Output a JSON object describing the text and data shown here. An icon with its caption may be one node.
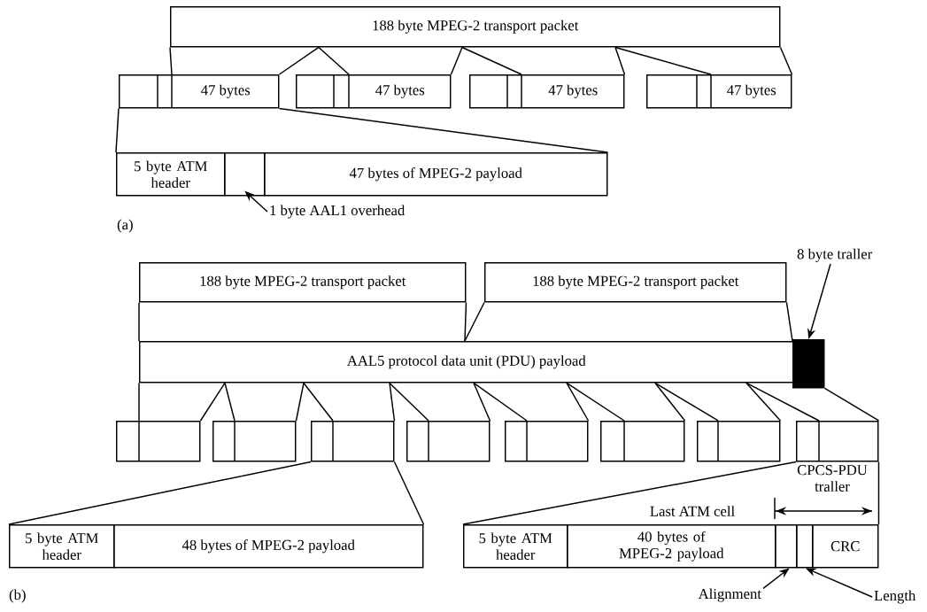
{
  "diagram": {
    "nodes": [
      {
        "text": [
          "188 byte MPEG-2 transport packet"
        ]
      },
      {
        "text": [
          "47 bytes"
        ]
      },
      {
        "text": [
          "47 bytes"
        ]
      },
      {
        "text": [
          "47 bytes"
        ]
      },
      {
        "text": [
          "47 bytes"
        ]
      },
      {
        "text": [
          "5 byte ATM header"
        ]
      },
      {
        "text": [],
        "shape": "box"
      },
      {
        "text": [
          "47 bytes of MPEG-2 payload"
        ]
      },
      {
        "text": [
          "1 byte AAL1 overhead"
        ]
      },
      {
        "text": [
          "188 byte MPEG-2 transport packet"
        ]
      },
      {
        "text": [
          "188 byte MPEG-2 transport packet"
        ]
      },
      {
        "text": [
          "AAL5 protocol data unit (PDU) payload"
        ]
      },
      {
        "text": [],
        "shape": "box"
      },
      {
        "text": [
          "8 byte traller"
        ]
      },
      {
        "text": [],
        "shape": "box"
      },
      {
        "text": [],
        "shape": "box"
      },
      {
        "text": [],
        "shape": "box"
      },
      {
        "text": [],
        "shape": "box"
      },
      {
        "text": [],
        "shape": "box"
      },
      {
        "text": [],
        "shape": "box"
      },
      {
        "text": [],
        "shape": "box"
      },
      {
        "text": [],
        "shape": "box"
      },
      {
        "text": [
          "5 byte ATM header"
        ]
      },
      {
        "text": [
          "48 bytes of MPEG-2 payload"
        ]
      },
      {
        "text": [
          "5 byte ATM header"
        ]
      },
      {
        "text": [
          "40 bytes of MPEG-2 payload"
        ]
      },
      {
        "text": [],
        "shape": "box"
      },
      {
        "text": [],
        "shape": "box"
      },
      {
        "text": [
          "CRC"
        ]
      },
      {
        "text": [
          "Alignment"
        ]
      },
      {
        "text": [
          "Length"
        ]
      }
    ],
    "edges": [
      {
        "from": 0,
        "to": 1,
        "arrow": "none"
      },
      {
        "from": 0,
        "to": 1,
        "arrow": "none"
      },
      {
        "from": 0,
        "to": 2,
        "arrow": "none"
      },
      {
        "from": 0,
        "to": 2,
        "arrow": "none"
      },
      {
        "from": 0,
        "to": 3,
        "arrow": "none"
      },
      {
        "from": 0,
        "to": 3,
        "arrow": "none"
      },
      {
        "from": 0,
        "to": 4,
        "arrow": "none"
      },
      {
        "from": 0,
        "to": 4,
        "arrow": "none"
      },
      {
        "from": 1,
        "to": 5,
        "arrow": "none"
      },
      {
        "from": 1,
        "to": 7,
        "arrow": "none"
      },
      {
        "from": 8,
        "to": 6,
        "arrow": "to"
      },
      {
        "from": 9,
        "to": 11,
        "arrow": "none"
      },
      {
        "from": 9,
        "to": 11,
        "arrow": "none"
      },
      {
        "from": 10,
        "to": 11,
        "arrow": "none"
      },
      {
        "from": 10,
        "to": 12,
        "arrow": "none"
      },
      {
        "from": 13,
        "to": 12,
        "arrow": "to"
      },
      {
        "from": 11,
        "to": 14,
        "arrow": "none"
      },
      {
        "from": 11,
        "to": 14,
        "arrow": "none"
      },
      {
        "from": 11,
        "to": 15,
        "arrow": "none"
      },
      {
        "from": 11,
        "to": 15,
        "arrow": "none"
      },
      {
        "from": 11,
        "to": 16,
        "arrow": "none"
      },
      {
        "from": 11,
        "to": 16,
        "arrow": "none"
      },
      {
        "from": 11,
        "to": 17,
        "arrow": "none"
      },
      {
        "from": 11,
        "to": 17,
        "arrow": "none"
      },
      {
        "from": 11,
        "to": 18,
        "arrow": "none"
      },
      {
        "from": 11,
        "to": 18,
        "arrow": "none"
      },
      {
        "from": 11,
        "to": 19,
        "arrow": "none"
      },
      {
        "from": 11,
        "to": 19,
        "arrow": "none"
      },
      {
        "from": 11,
        "to": 20,
        "arrow": "none"
      },
      {
        "from": 11,
        "to": 20,
        "arrow": "none"
      },
      {
        "from": 11,
        "to": 21,
        "arrow": "none"
      },
      {
        "from": 12,
        "to": 21,
        "arrow": "none"
      },
      {
        "from": 16,
        "to": 22,
        "arrow": "none"
      },
      {
        "from": 16,
        "to": 23,
        "arrow": "none"
      },
      {
        "from": 21,
        "to": 24,
        "arrow": "none"
      },
      {
        "from": 21,
        "to": 28,
        "arrow": "none"
      },
      {
        "from": 29,
        "to": 26,
        "arrow": "to"
      },
      {
        "from": 30,
        "to": 27,
        "arrow": "to"
      }
    ],
    "labels": [
      "(a)",
      "CPCS-PDU traller",
      "Last ATM cell",
      "(b)"
    ]
  }
}
